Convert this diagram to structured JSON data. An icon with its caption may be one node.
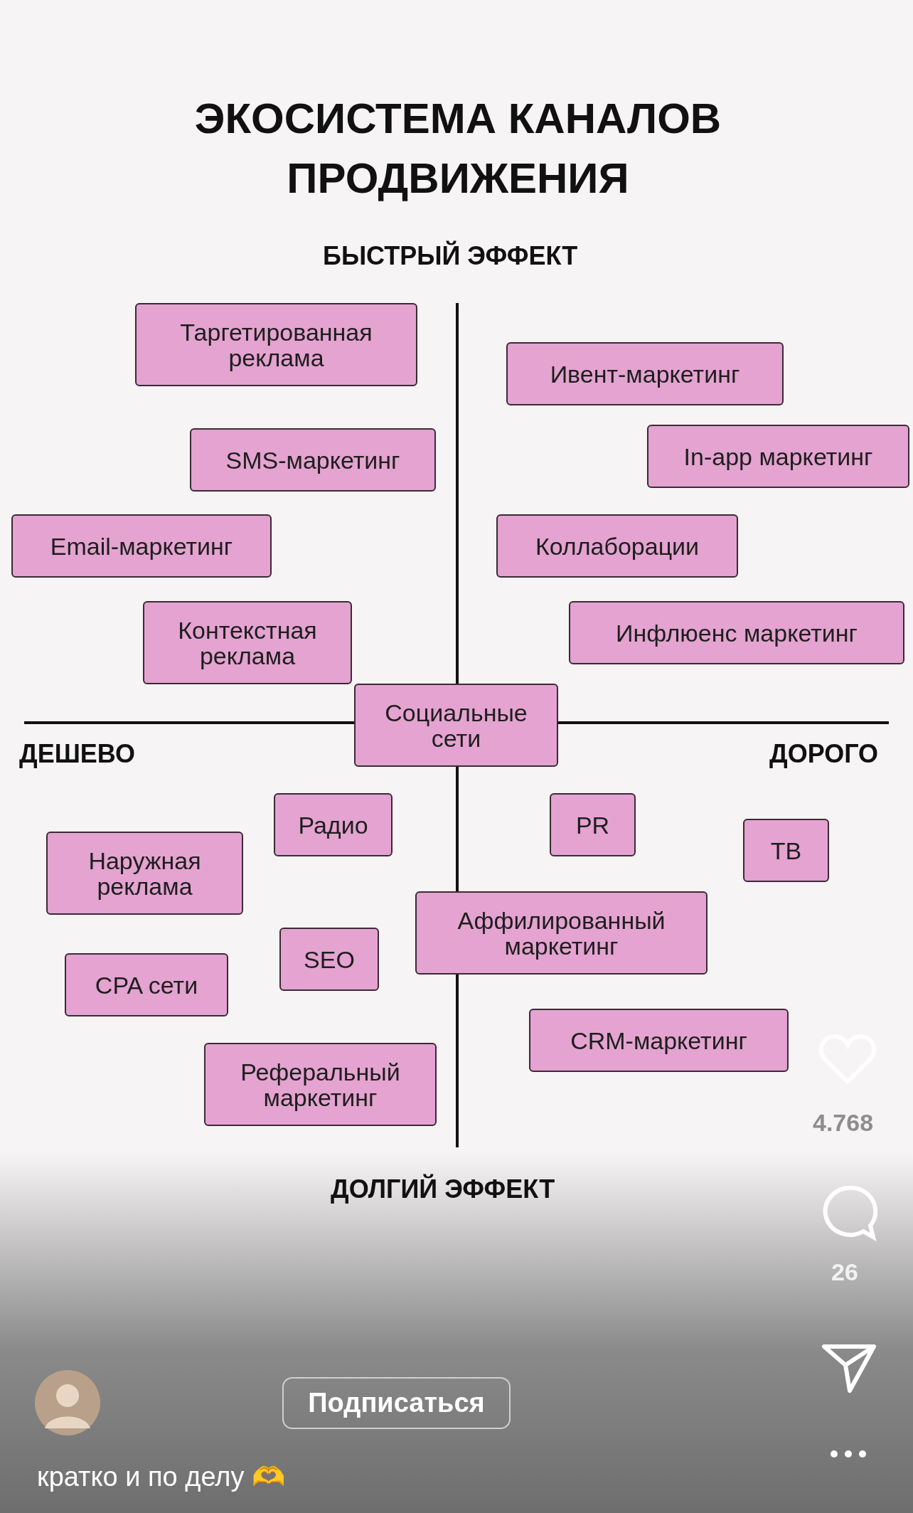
{
  "diagram": {
    "title": "ЭКОСИСТЕМА КАНАЛОВ ПРОДВИЖЕНИЯ",
    "nodes": [
      {
        "text": [
          "Таргетированная реклама"
        ]
      },
      {
        "text": [
          "Ивент-маркетинг"
        ]
      },
      {
        "text": [
          "In-app маркетинг"
        ]
      },
      {
        "text": [
          "SMS-маркетинг"
        ]
      },
      {
        "text": [
          "Email-маркетинг"
        ]
      },
      {
        "text": [
          "Коллаборации"
        ]
      },
      {
        "text": [
          "Контекстная реклама"
        ]
      },
      {
        "text": [
          "Инфлюенс маркетинг"
        ]
      },
      {
        "text": [
          "Социальные сети"
        ]
      },
      {
        "text": [
          "Радио"
        ]
      },
      {
        "text": [
          "PR"
        ]
      },
      {
        "text": [
          "ТВ"
        ]
      },
      {
        "text": [
          "Наружная реклама"
        ]
      },
      {
        "text": [
          "Аффилированный маркетинг"
        ]
      },
      {
        "text": [
          "SEO"
        ]
      },
      {
        "text": [
          "CPA сети"
        ]
      },
      {
        "text": [
          "CRM-маркетинг"
        ]
      },
      {
        "text": [
          "Реферальный маркетинг"
        ]
      }
    ],
    "labels": [
      "БЫСТРЫЙ ЭФФЕКТ",
      "ДЕШЕВО",
      "ДОРОГО",
      "ДОЛГИЙ ЭФФЕКТ",
      "4.768",
      "26",
      "Подписаться",
      "кратко и по делу 🫶"
    ]
  }
}
